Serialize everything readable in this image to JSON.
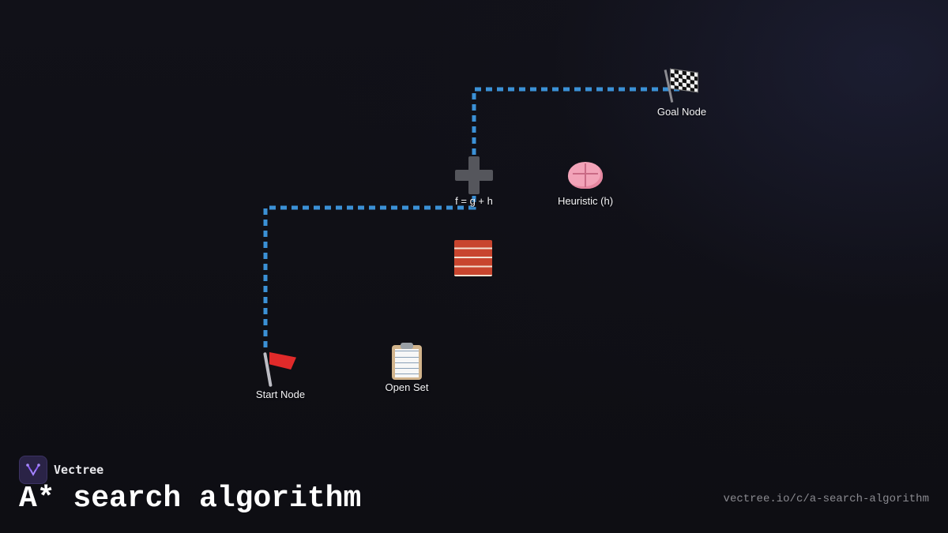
{
  "diagram": {
    "nodes": [
      {
        "id": "goal",
        "label": "Goal Node",
        "icon": "checkered-flag-icon"
      },
      {
        "id": "fgh",
        "label": "f = g + h",
        "icon": "plus-icon"
      },
      {
        "id": "heuristic",
        "label": "Heuristic (h)",
        "icon": "brain-icon"
      },
      {
        "id": "wall",
        "label": "",
        "icon": "brick-wall-icon"
      },
      {
        "id": "start",
        "label": "Start Node",
        "icon": "red-flag-icon"
      },
      {
        "id": "open",
        "label": "Open Set",
        "icon": "clipboard-icon"
      }
    ],
    "edges": [
      {
        "from": "start",
        "to": "fgh",
        "style": "dashed"
      },
      {
        "from": "fgh",
        "to": "goal",
        "style": "dashed"
      }
    ],
    "edge_color": "#3b91d6"
  },
  "brand": {
    "name": "Vectree",
    "logo_icon": "vectree-logo-icon",
    "logo_color": "#7b4fd6"
  },
  "footer": {
    "title": "A* search algorithm",
    "url": "vectree.io/c/a-search-algorithm"
  }
}
